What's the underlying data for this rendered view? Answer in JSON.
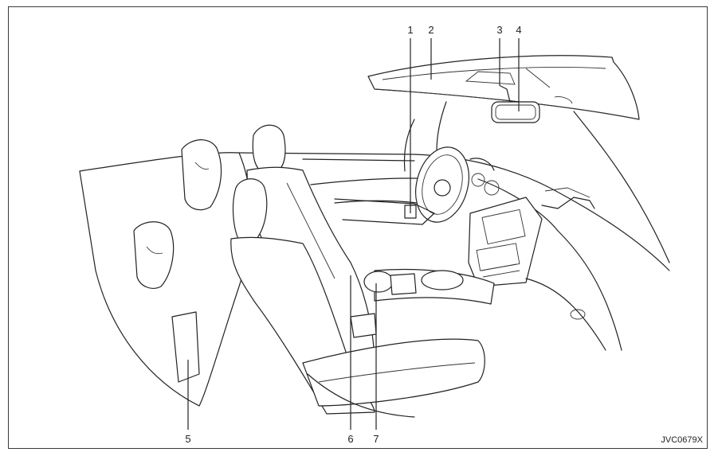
{
  "figure_code": "JVC0679X",
  "callouts": [
    {
      "id": "1",
      "label": "1"
    },
    {
      "id": "2",
      "label": "2"
    },
    {
      "id": "3",
      "label": "3"
    },
    {
      "id": "4",
      "label": "4"
    },
    {
      "id": "5",
      "label": "5"
    },
    {
      "id": "6",
      "label": "6"
    },
    {
      "id": "7",
      "label": "7"
    }
  ],
  "colors": {
    "line": "#222222",
    "background": "#ffffff",
    "frame": "#3a3a3a"
  }
}
